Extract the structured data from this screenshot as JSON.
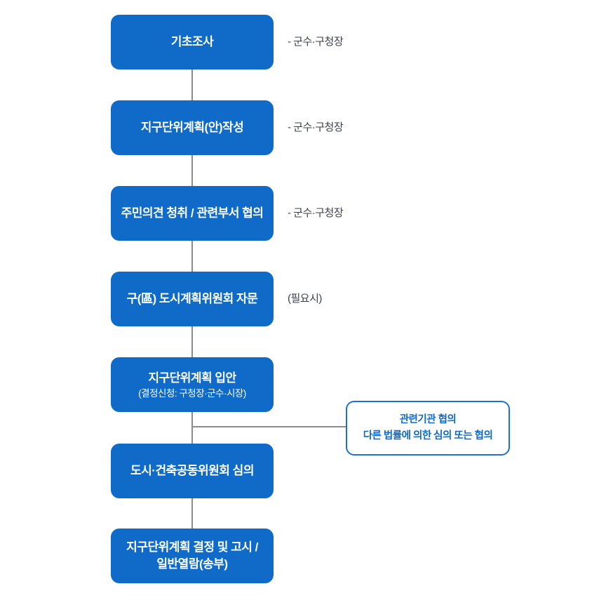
{
  "diagram": {
    "type": "flowchart",
    "colors": {
      "node_fill": "#0f6ac8",
      "node_text": "#ffffff",
      "connector": "#8c8c8c",
      "note_text": "#3d3f4a",
      "branch_border": "#1e6fd0",
      "branch_text": "#0f6ac8"
    },
    "steps": [
      {
        "name": "basic-survey",
        "lines": [
          "기초조사"
        ],
        "note": "- 군수·구청장"
      },
      {
        "name": "draft-plan",
        "lines": [
          "지구단위계획(안)작성"
        ],
        "note": "- 군수·구청장"
      },
      {
        "name": "public-opinion",
        "lines": [
          "주민의견 청취 / 관련부서 협의"
        ],
        "note": "- 군수·구청장"
      },
      {
        "name": "committee-advice",
        "lines": [
          "구(區) 도시계획위원회 자문"
        ],
        "note": "(필요시)"
      },
      {
        "name": "plan-initiation",
        "lines": [
          "지구단위계획 입안",
          "(결정신청: 구청장·군수·시장)"
        ],
        "note": ""
      },
      {
        "name": "joint-review",
        "lines": [
          "도시·건축공동위원회 심의"
        ],
        "note": ""
      },
      {
        "name": "decision-notice",
        "lines": [
          "지구단위계획 결정 및 고시 /",
          "일반열람(송부)"
        ],
        "note": ""
      }
    ],
    "branch": {
      "lines": [
        "관련기관 협의",
        "다른 법률에 의한 심의 또는 협의"
      ]
    }
  }
}
